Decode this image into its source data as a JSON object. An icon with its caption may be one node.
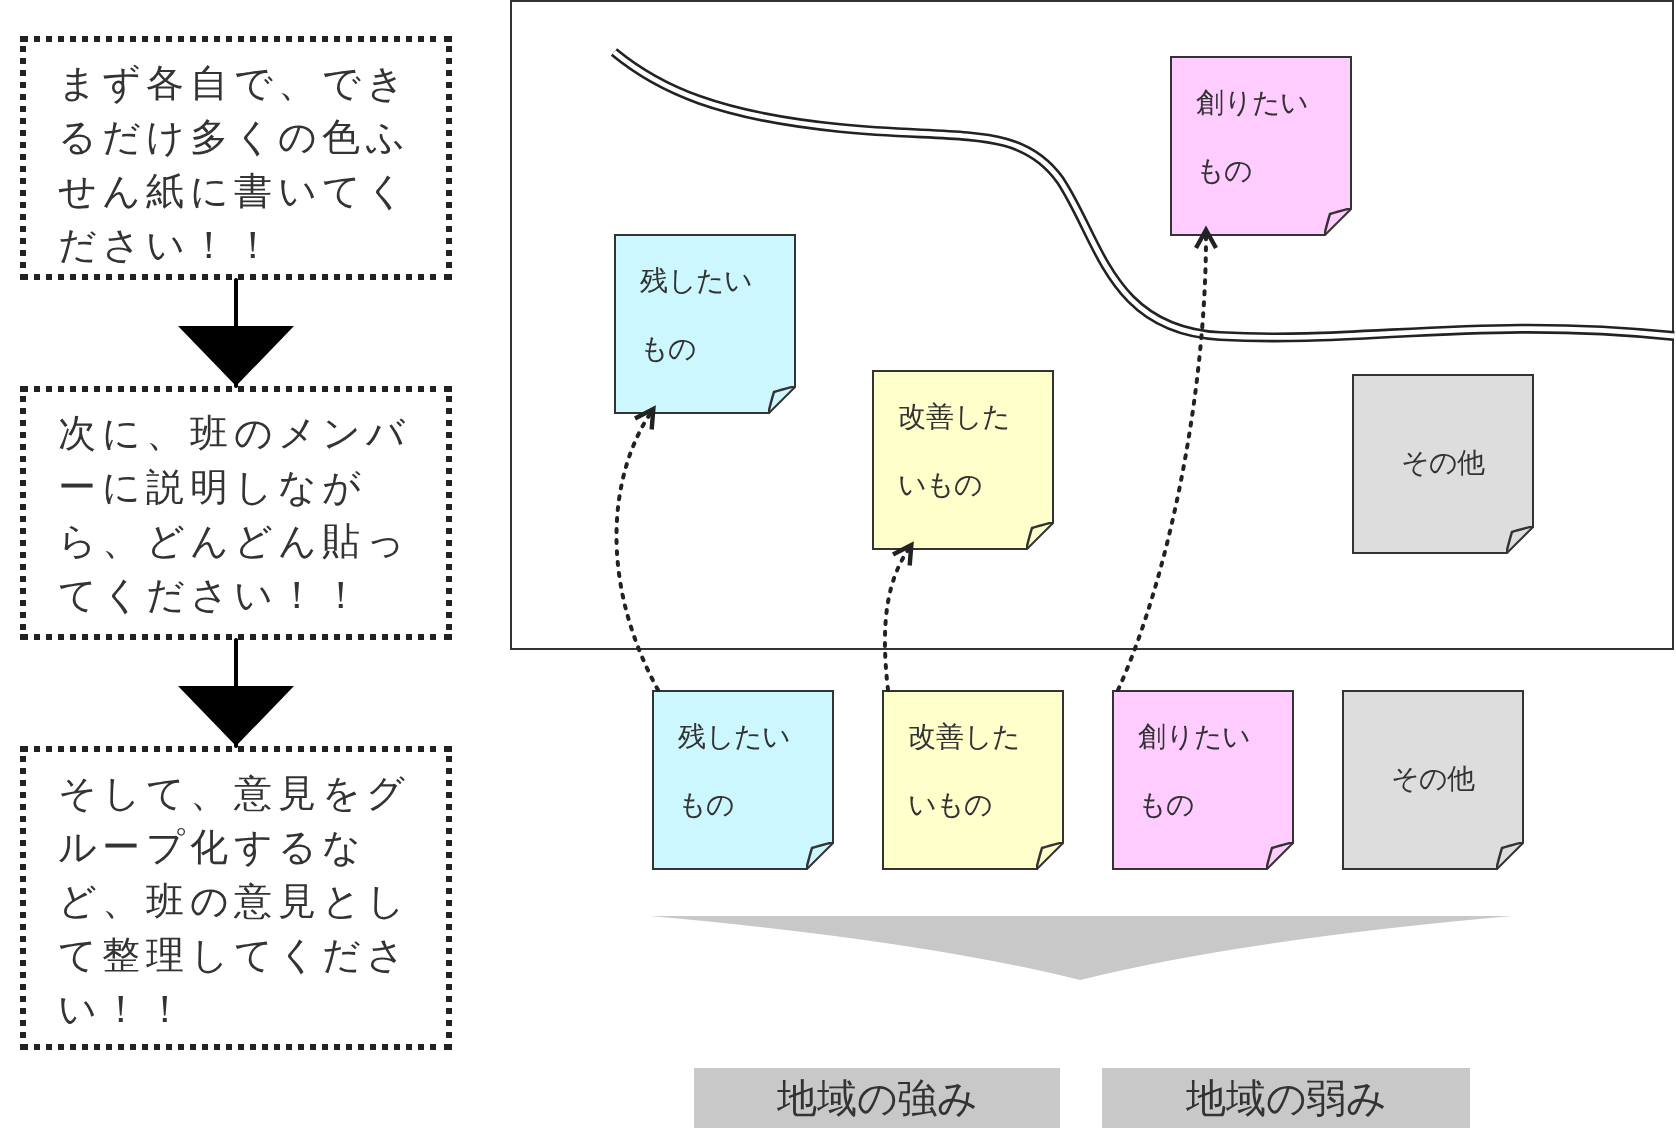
{
  "diagram": {
    "nodes": [
      {
        "text": [
          "まず各自で、できるだけ多くの色ふせん紙に書いてください！！"
        ]
      },
      {
        "text": [
          "次に、班のメンバーに説明しながら、どんどん貼ってください！！"
        ]
      },
      {
        "text": [
          "そして、意見をグループ化するなど、班の意見として整理してください！！"
        ]
      },
      {
        "text": [],
        "shape": "box"
      },
      {
        "text": [
          "残したいもの"
        ],
        "in": 3
      },
      {
        "text": [
          "改善したいもの"
        ],
        "in": 3
      },
      {
        "text": [
          "創りたいもの"
        ],
        "in": 3
      },
      {
        "text": [
          "その他"
        ],
        "in": 3
      },
      {
        "text": [
          "残したいもの"
        ]
      },
      {
        "text": [
          "改善したいもの"
        ]
      },
      {
        "text": [
          "創りたいもの"
        ]
      },
      {
        "text": [
          "その他"
        ]
      },
      {
        "text": [
          "地域の強み"
        ]
      },
      {
        "text": [
          "地域の弱み"
        ]
      }
    ],
    "edges": [
      {
        "from": 0,
        "to": 1,
        "arrow": "to"
      },
      {
        "from": 1,
        "to": 2,
        "arrow": "to"
      },
      {
        "from": 8,
        "to": 4,
        "arrow": "to",
        "style": "dashed"
      },
      {
        "from": 9,
        "to": 5,
        "arrow": "to",
        "style": "dashed"
      },
      {
        "from": 10,
        "to": 6,
        "arrow": "to",
        "style": "dashed"
      }
    ]
  }
}
